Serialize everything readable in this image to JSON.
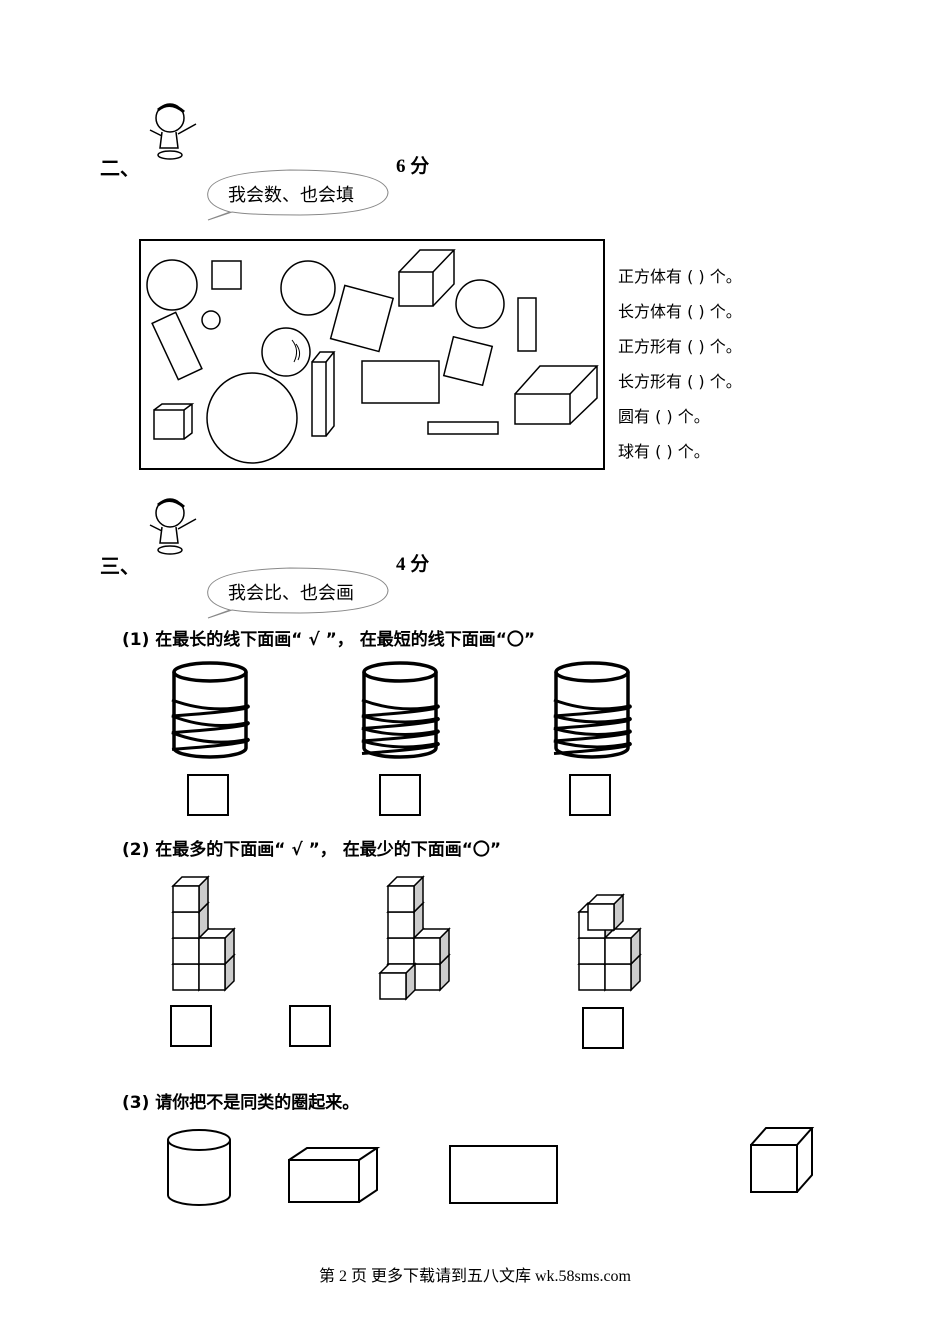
{
  "section2": {
    "number": "二、",
    "bubble": "我会数、也会填",
    "score": "6 分",
    "questions": [
      "正方体有 (     ) 个。",
      "长方体有 (     ) 个。",
      "正方形有 (     ) 个。",
      "长方形有 (     ) 个。",
      "圆有 (        ) 个。",
      "球有 (        ) 个。"
    ]
  },
  "section3": {
    "number": "三、",
    "bubble": "我会比、也会画",
    "score": "4 分",
    "q1": "(1) 在最长的线下面画“ √ ”， 在最短的线下面画“〇”",
    "q2": "(2) 在最多的下面画“ √ ”， 在最少的下面画“〇”",
    "q3": "(3) 请你把不是同类的圈起来。"
  },
  "footer": "第 2 页 更多下载请到五八文库 wk.58sms.com"
}
